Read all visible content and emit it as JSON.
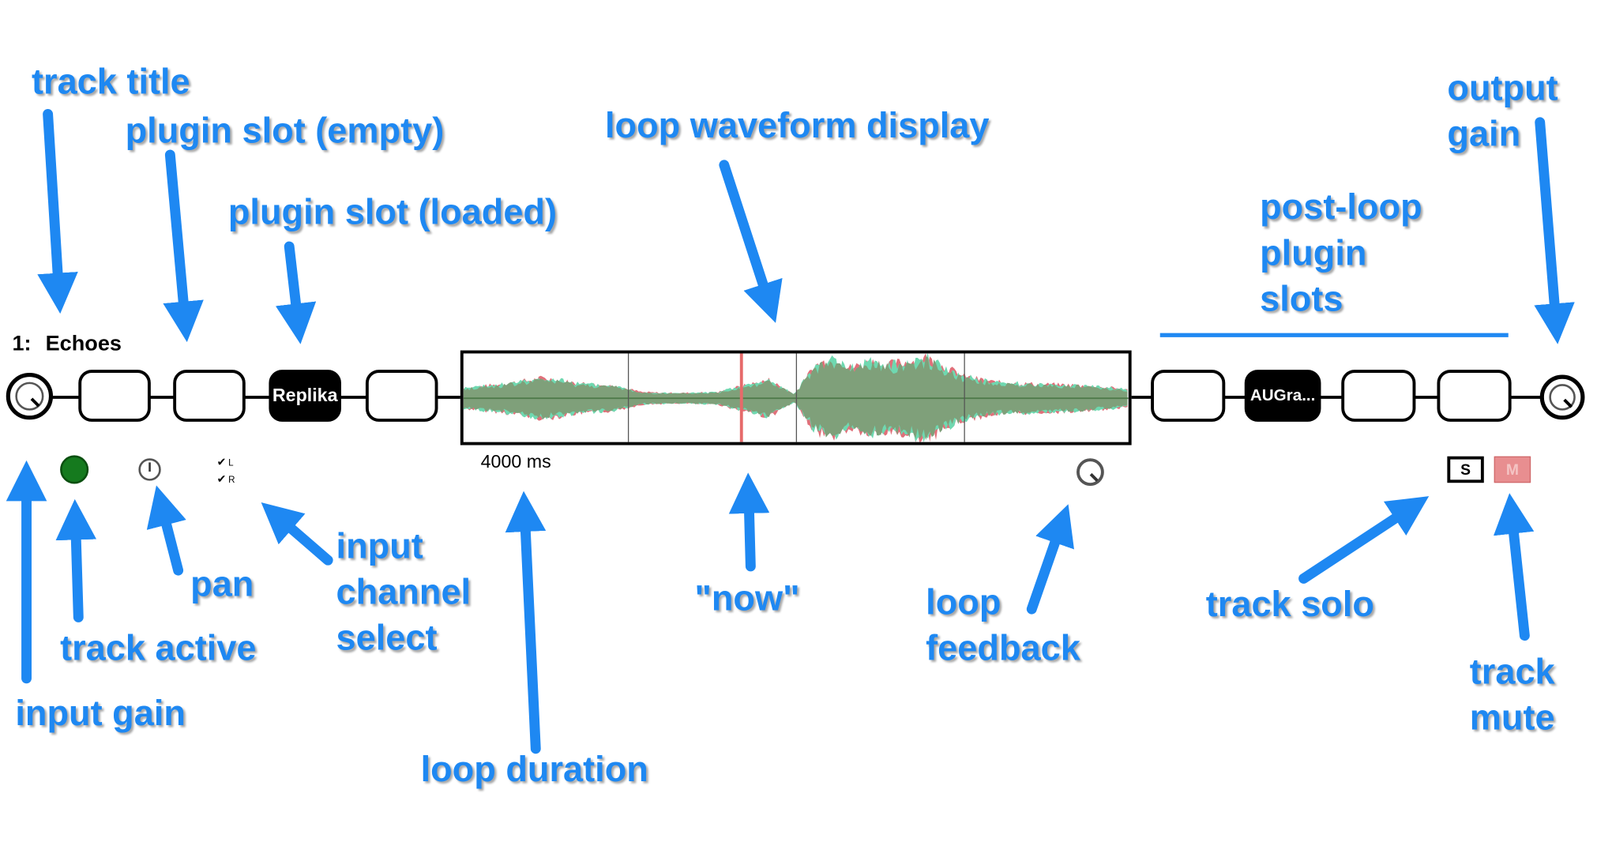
{
  "track": {
    "number": "1:",
    "title": "Echoes",
    "loop_duration": "4000 ms",
    "plugin_slots_pre": [
      {
        "label": ""
      },
      {
        "label": ""
      },
      {
        "label": "Replika"
      },
      {
        "label": ""
      }
    ],
    "plugin_slots_post": [
      {
        "label": ""
      },
      {
        "label": "AUGra..."
      },
      {
        "label": ""
      },
      {
        "label": ""
      }
    ],
    "input_channels": [
      "L",
      "R"
    ],
    "solo_label": "S",
    "mute_label": "M",
    "colors": {
      "active": "#157a1e",
      "waveform": "#7fa07a",
      "waveform_left": "#e0707a",
      "waveform_right": "#6fd8b0",
      "now_marker": "#e66a6a",
      "mute": "#e88e90",
      "annotation": "#1e88f2"
    }
  },
  "annotations": {
    "track_title": "track title",
    "plugin_empty": "plugin slot (empty)",
    "plugin_loaded": "plugin slot (loaded)",
    "loop_waveform": "loop waveform display",
    "output_gain": [
      "output",
      "gain"
    ],
    "post_loop": [
      "post-loop",
      "plugin",
      "slots"
    ],
    "input_gain": "input gain",
    "track_active": "track active",
    "pan": "pan",
    "input_channel_select": [
      "input",
      "channel",
      "select"
    ],
    "loop_duration": "loop duration",
    "now": "\"now\"",
    "loop_feedback": [
      "loop",
      "feedback"
    ],
    "track_solo": "track solo",
    "track_mute": [
      "track",
      "mute"
    ]
  }
}
